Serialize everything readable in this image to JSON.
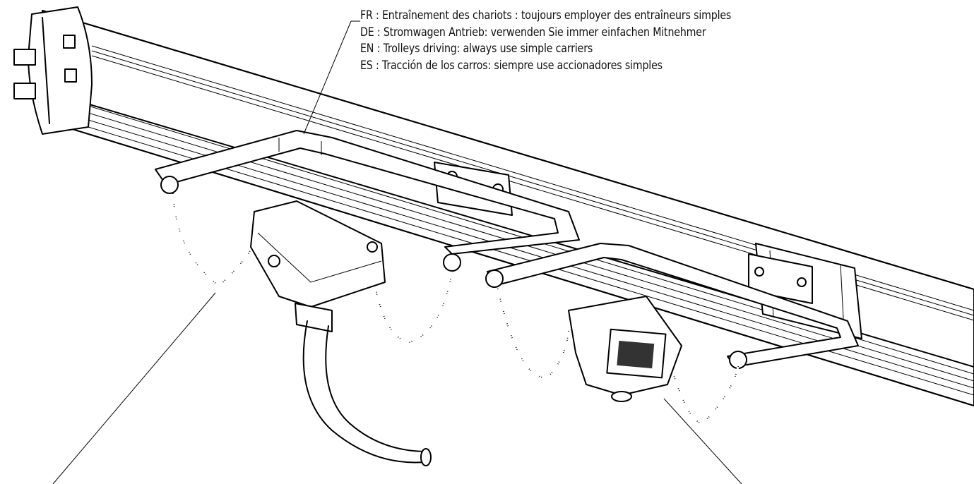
{
  "caption": {
    "lines": [
      "FR : Entraînement des chariots : toujours employer des entraîneurs simples",
      "DE : Stromwagen Antrieb: verwenden Sie immer einfachen Mitnehmer",
      "EN : Trolleys driving: always use simple carriers",
      "ES : Tracción de los carros: siempre use accionadores simples"
    ]
  },
  "colors": {
    "line": "#000000",
    "background": "#ffffff"
  }
}
